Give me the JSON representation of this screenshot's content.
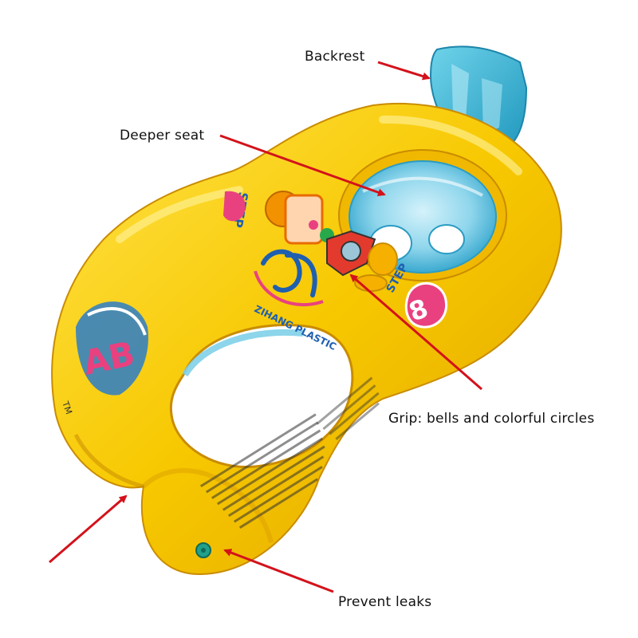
{
  "labels": {
    "backrest": "Backrest",
    "deeper_seat": "Deeper seat",
    "grip": "Grip: bells and colorful circles",
    "prevent_leaks": "Prevent leaks"
  },
  "product_prints": {
    "brand": "ZIHANG PLASTIC",
    "step_left": "STEP",
    "step_right": "STEP",
    "step_number": "8",
    "letters": "AB",
    "tm": "TM"
  },
  "colors": {
    "float_yellow": "#f7c800",
    "float_shadow": "#d99a00",
    "backrest_blue": "#35b4d2",
    "seat_blue": "#7fd0e8",
    "arrow_red": "#d3121b",
    "pink": "#e9417f",
    "text_blue": "#1f5fb0"
  }
}
